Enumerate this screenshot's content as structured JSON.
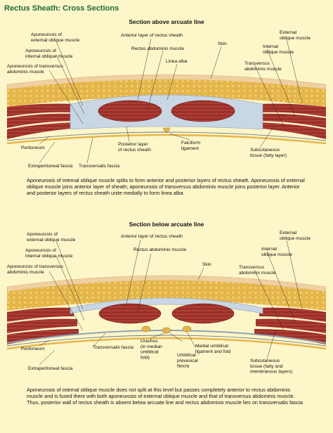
{
  "title": "Rectus Sheath: Cross Sections",
  "upper": {
    "heading": "Section above arcuate line",
    "labels": {
      "aponeurosis_external": "Aponeurosis of external oblique muscle",
      "aponeurosis_internal": "Aponeurosis of internal oblique muscle",
      "aponeurosis_transversus": "Aponeurosis of transversus abdominis muscle",
      "anterior_layer": "Anterior layer of rectus sheath",
      "rectus_abdominis": "Rectus abdominis muscle",
      "skin": "Skin",
      "linea_alba": "Linea alba",
      "external_oblique": "External oblique muscle",
      "internal_oblique": "Internal oblique muscle",
      "transversus": "Transversus abdominis muscle",
      "peritoneum": "Peritoneum",
      "posterior_layer": "Posterior layer of rectus sheath",
      "falciform": "Falciform ligament",
      "subcutaneous": "Subcutaneous tissue (fatty layer)",
      "extraperitoneal": "Extraperitoneal fascia",
      "transversalis": "Transversalis fascia"
    },
    "caption": "Aponeurosis of internal oblique muscle splits to form anterior and posterior layers of rectus sheath. Aponeurosis of external oblique muscle joins anterior layer of sheath; aponeurosis of transversus abdominis muscle joins posterior layer. Anterior and posterior layers of rectus sheath unite medially to form linea alba"
  },
  "lower": {
    "heading": "Section below arcuate line",
    "labels": {
      "aponeurosis_external": "Aponeurosis of external oblique muscle",
      "aponeurosis_internal": "Aponeurosis of internal oblique muscle",
      "aponeurosis_transversus": "Aponeurosis of transversus abdominis muscle",
      "anterior_layer": "Anterior layer of rectus sheath",
      "rectus_abdominis": "Rectus abdominis muscle",
      "skin": "Skin",
      "external_oblique": "External oblique muscle",
      "internal_oblique": "Internal oblique muscle",
      "transversus": "Transversus abdominis muscle",
      "peritoneum": "Peritoneum",
      "transversalis": "Transversalis fascia",
      "medial_umbilical": "Medial umbilical ligament and fold",
      "urachus": "Urachus (in median umbilical fold)",
      "umbilical_prevesical": "Umbilical prevesical fascia",
      "subcutaneous": "Subcutaneous tissue (fatty and membranous layers)",
      "extraperitoneal": "Extraperitoneal fascia"
    },
    "caption": "Aponeurosis of internal oblique muscle does not split at this level but passes completely anterior to rectus abdominis muscle and is fused there with both aponeurosis of external oblique muscle and that of transversus abdominis muscle. Thus, posterior wall of rectus sheath is absent below arcuate line and rectus abdominis muscle lies on transversalis fascia"
  },
  "colors": {
    "background": "#fdf6c8",
    "title": "#1e6b3a",
    "muscle": "#9c2f28",
    "fat": "#e6b64a",
    "skin": "#f0cfa0",
    "fascia": "#c9d6e4"
  }
}
